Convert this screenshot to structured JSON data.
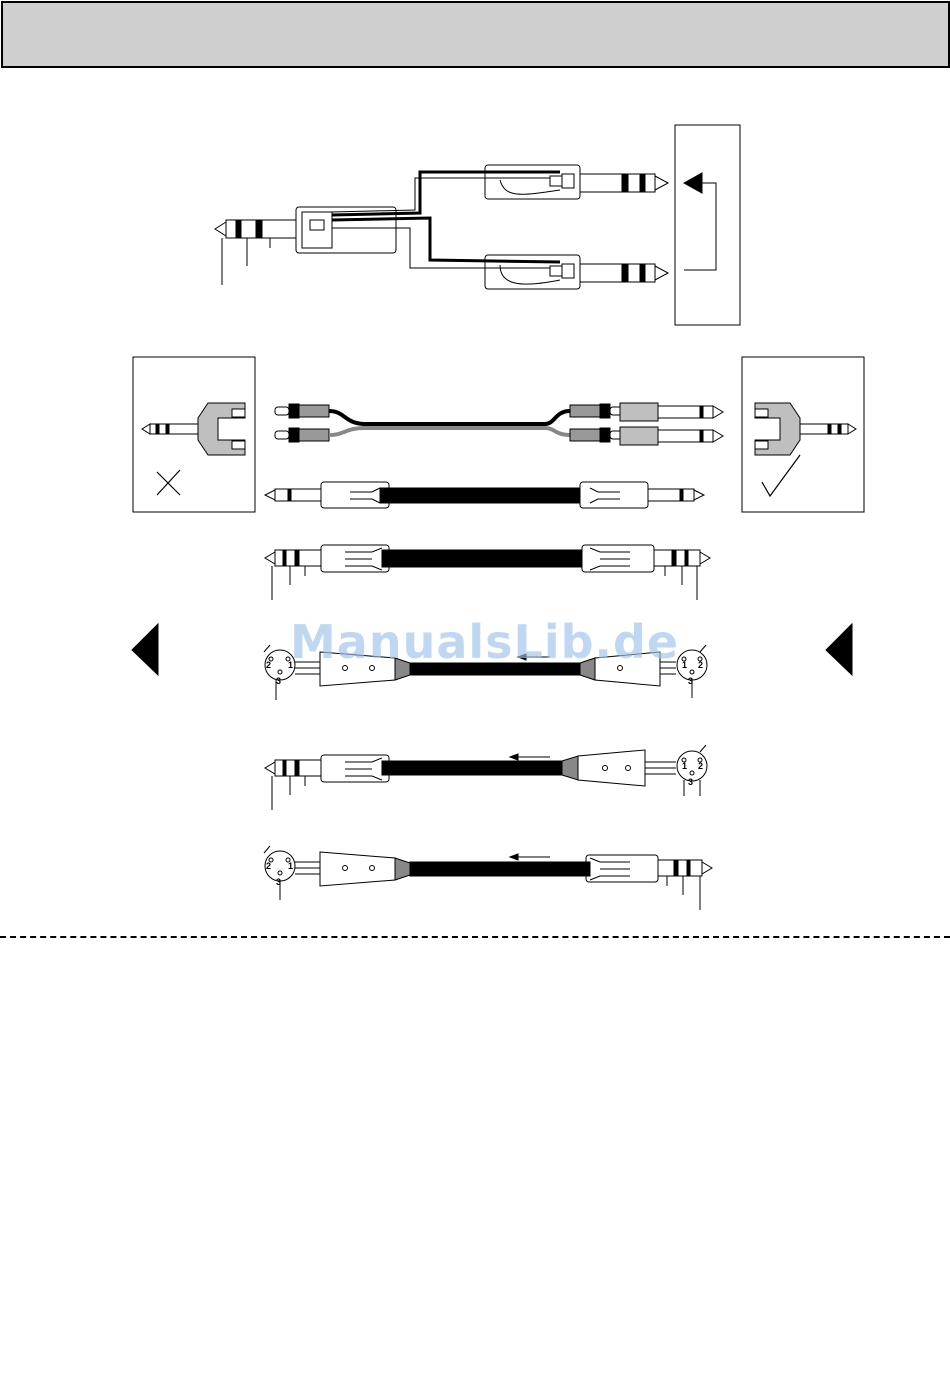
{
  "header": {
    "title": ""
  },
  "watermark": {
    "text": "ManualsLib.de"
  },
  "xlr_pins": {
    "pin1": "1",
    "pin2": "2",
    "pin3": "3"
  },
  "colors": {
    "header_fill": "#cfcfcf",
    "line": "#000000",
    "watermark": "#9fc3ea"
  },
  "icons": [
    "stereo-jack-icon",
    "mono-jack-icon",
    "rca-plug-icon",
    "y-adapter-icon",
    "cross-mark-icon",
    "check-mark-icon",
    "warning-triangle-icon",
    "xlr-connector-icon",
    "signal-arrow-icon"
  ]
}
